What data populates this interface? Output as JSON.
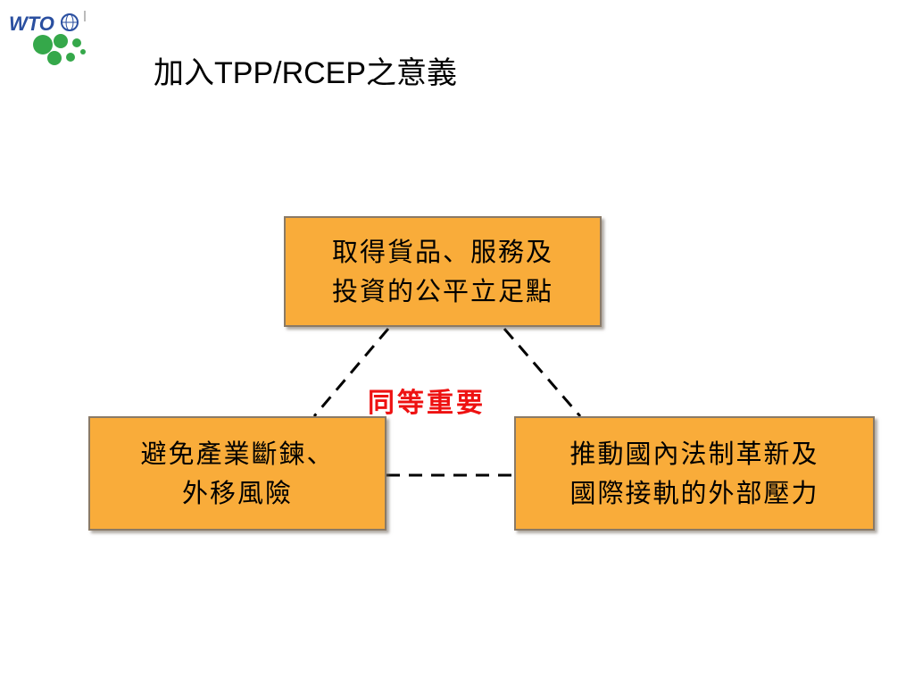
{
  "logo": {
    "icon": "wto-logo-icon",
    "text": "WTO",
    "colors": {
      "blue": "#2a4fa0",
      "green": "#35a84a"
    }
  },
  "title": {
    "part1": "加入",
    "part2": "TPP/RCEP",
    "part3": "之意義"
  },
  "nodes": {
    "top": {
      "line1": "取得貨品、服務及",
      "line2": "投資的公平立足點"
    },
    "left": {
      "line1": "避免產業斷鍊、",
      "line2": "外移風險"
    },
    "right": {
      "line1": "推動國內法制革新及",
      "line2": "國際接軌的外部壓力"
    }
  },
  "center_label": "同等重要",
  "colors": {
    "box_fill": "#f9ac3a",
    "box_border": "#8a7a66",
    "label_red": "#ee1111",
    "connector": "#000000"
  }
}
